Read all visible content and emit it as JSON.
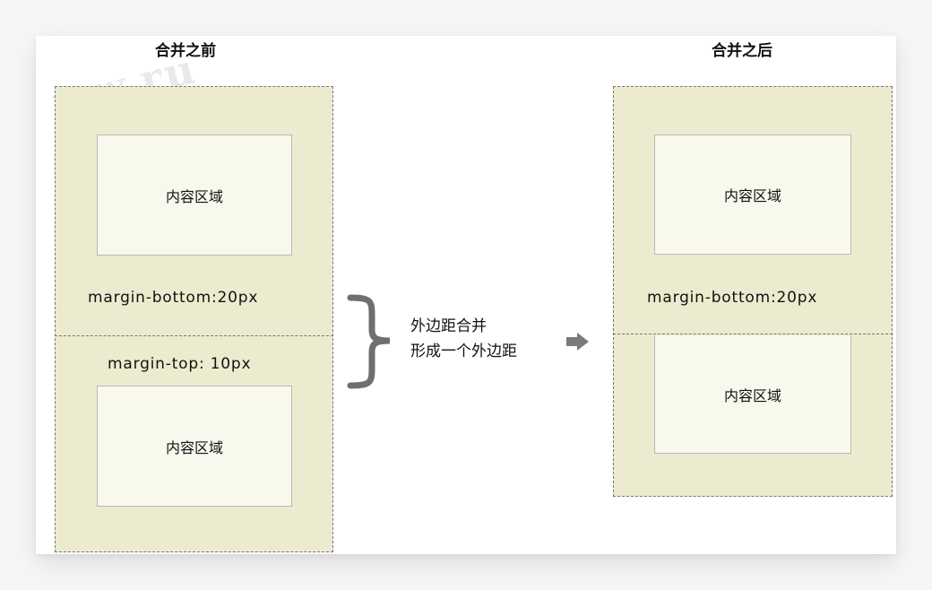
{
  "watermark": "ww.ru",
  "before": {
    "title": "合并之前",
    "top_content": "内容区域",
    "top_margin_label": "margin-bottom:20px",
    "bottom_margin_label": "margin-top: 10px",
    "bottom_content": "内容区域"
  },
  "merge_note": {
    "line1": "外边距合并",
    "line2": "形成一个外边距"
  },
  "after": {
    "title": "合并之后",
    "top_content": "内容区域",
    "margin_label": "margin-bottom:20px",
    "bottom_content": "内容区域"
  },
  "colors": {
    "box_fill": "#ecebcf",
    "content_fill": "#f9f8ed",
    "dashed_border": "#777777",
    "brace": "#6f6f6f",
    "arrow": "#7a7a7a"
  },
  "icons": [
    "curly-brace-icon",
    "arrow-right-icon"
  ]
}
